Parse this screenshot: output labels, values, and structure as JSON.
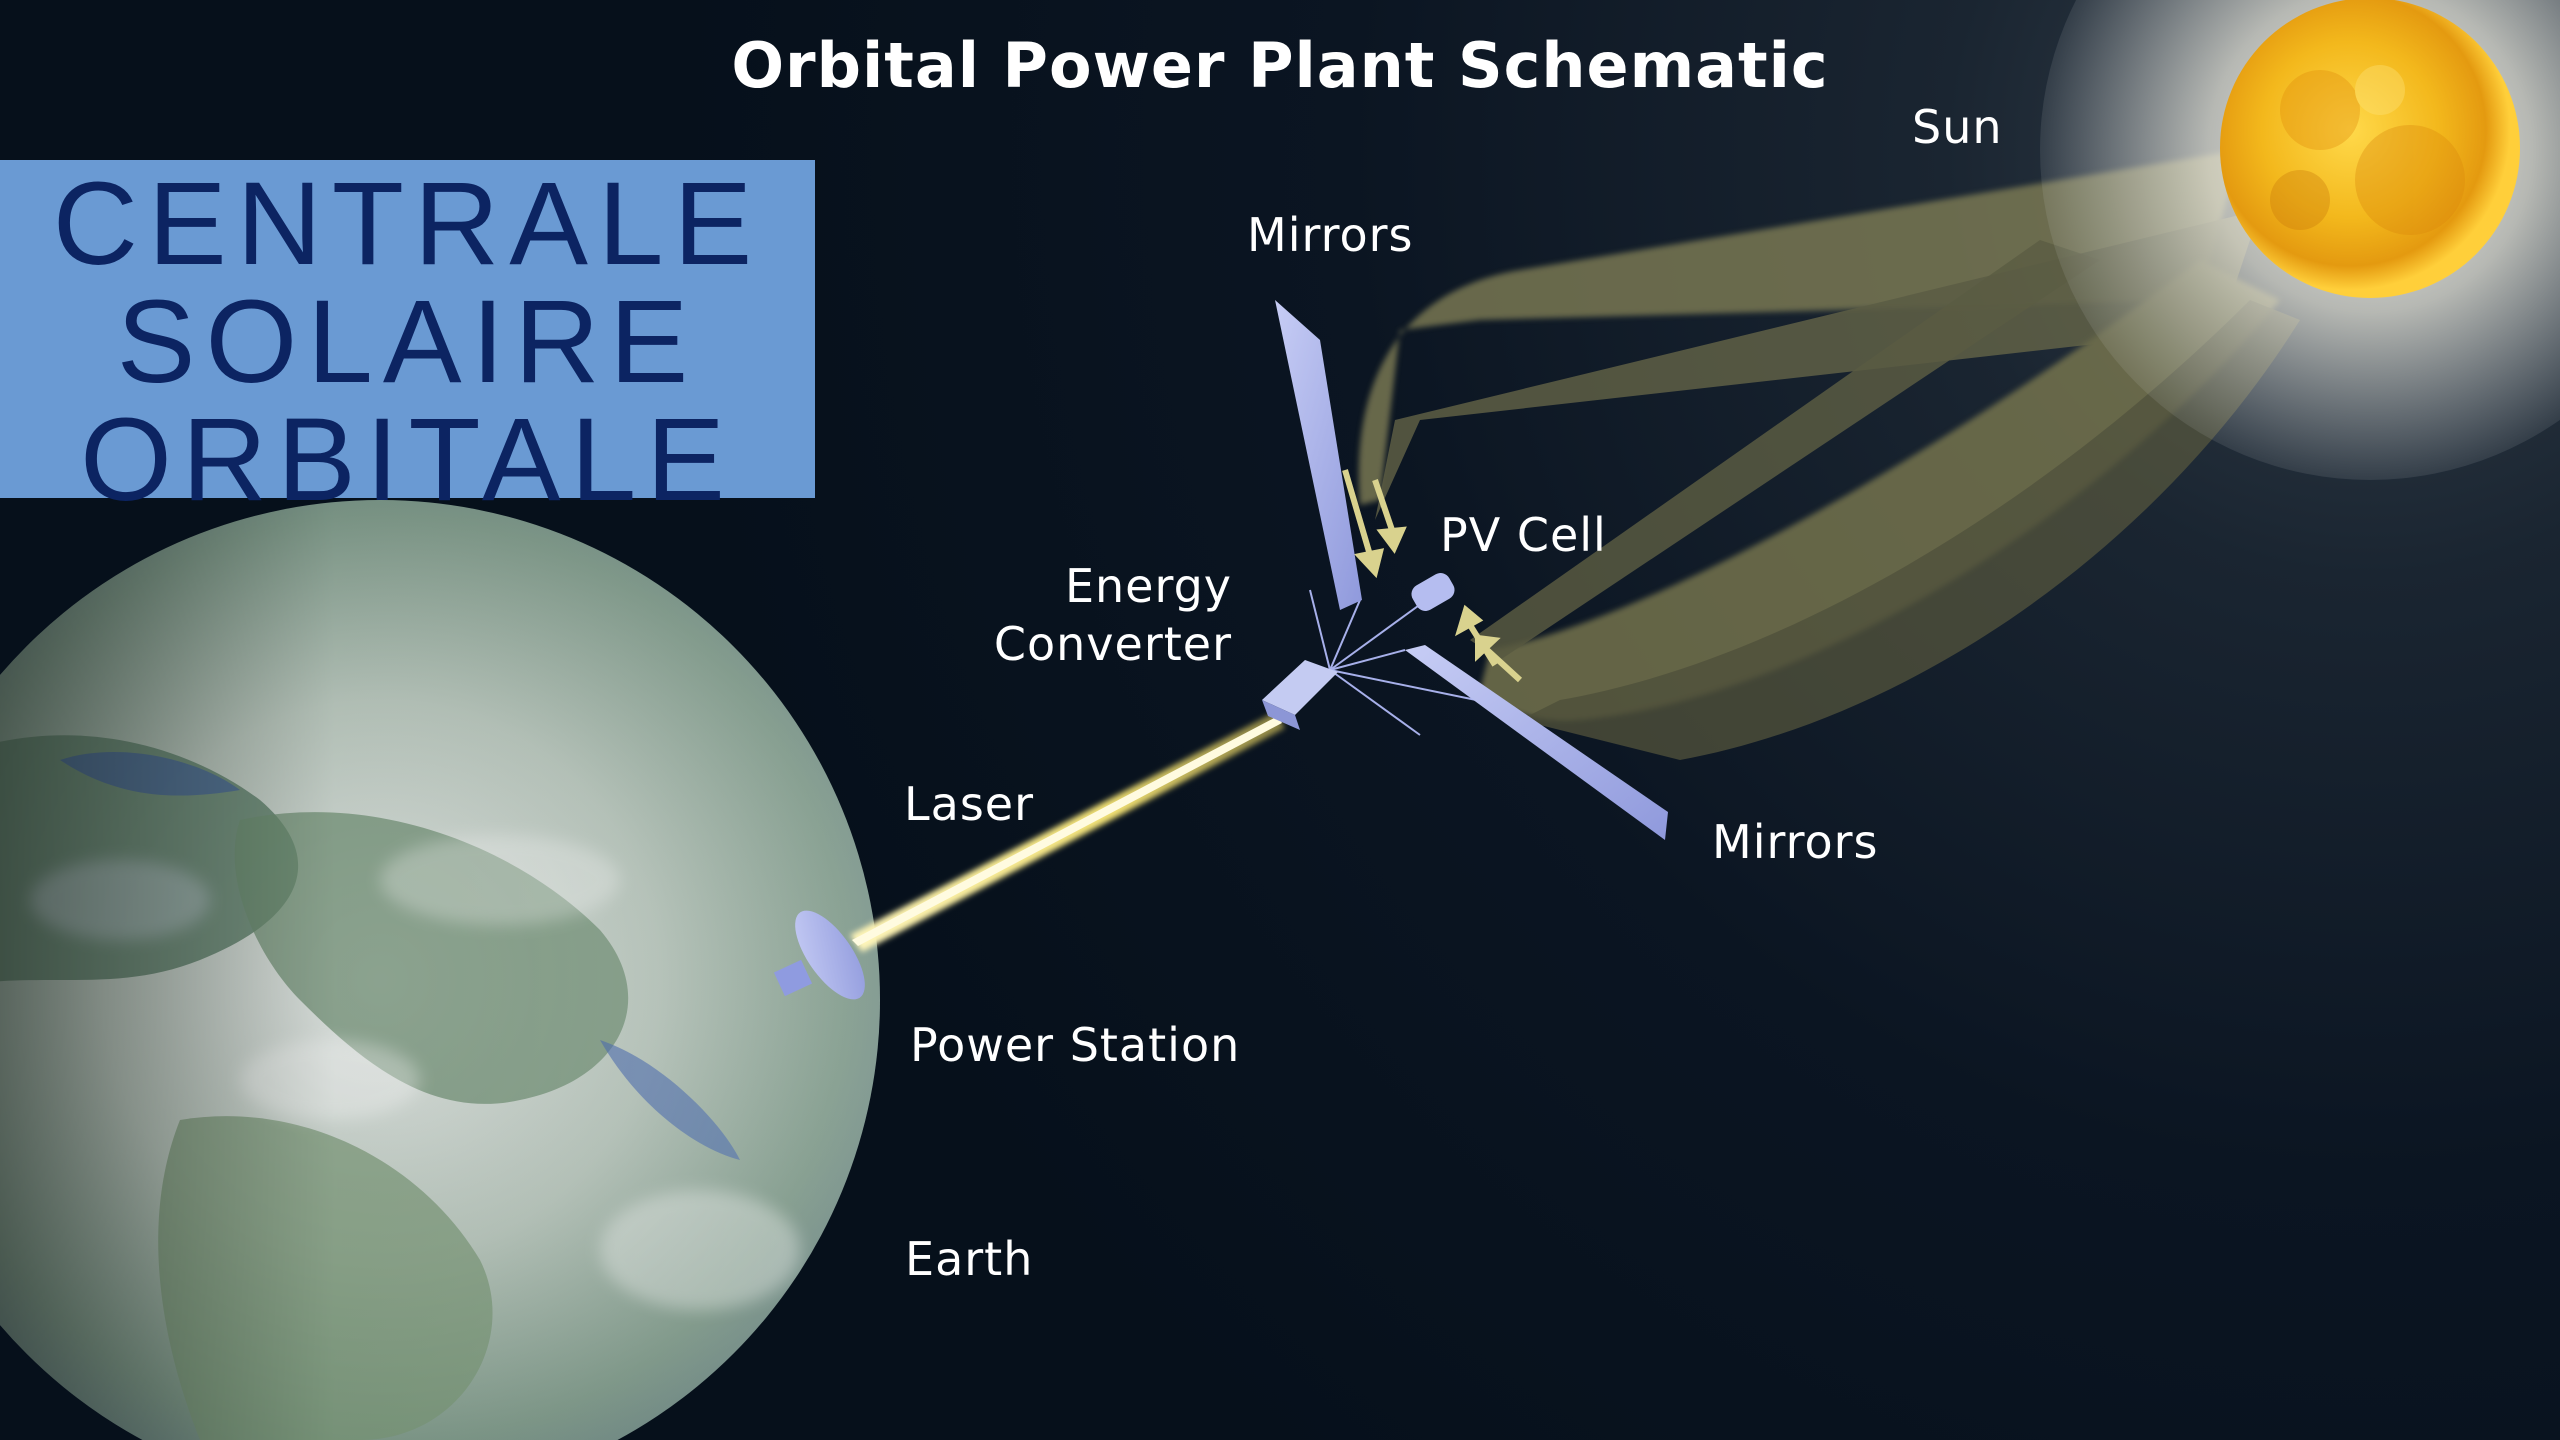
{
  "diagram": {
    "title": "Orbital Power Plant Schematic",
    "labels": {
      "sun": "Sun",
      "mirrors_top": "Mirrors",
      "pv_cell": "PV Cell",
      "energy_converter_line1": "Energy",
      "energy_converter_line2": "Converter",
      "laser": "Laser",
      "mirrors_bottom": "Mirrors",
      "power_station": "Power Station",
      "earth": "Earth"
    }
  },
  "overlay": {
    "lines": [
      "CENTRALE",
      "SOLAIRE",
      "ORBITALE"
    ]
  },
  "colors": {
    "background": "#07101c",
    "beam": "#7c7a52",
    "laser": "#f4e48a",
    "panel": "#a9b3ea",
    "overlay_box": "#6a9ad3",
    "overlay_text": "#0c2462"
  }
}
